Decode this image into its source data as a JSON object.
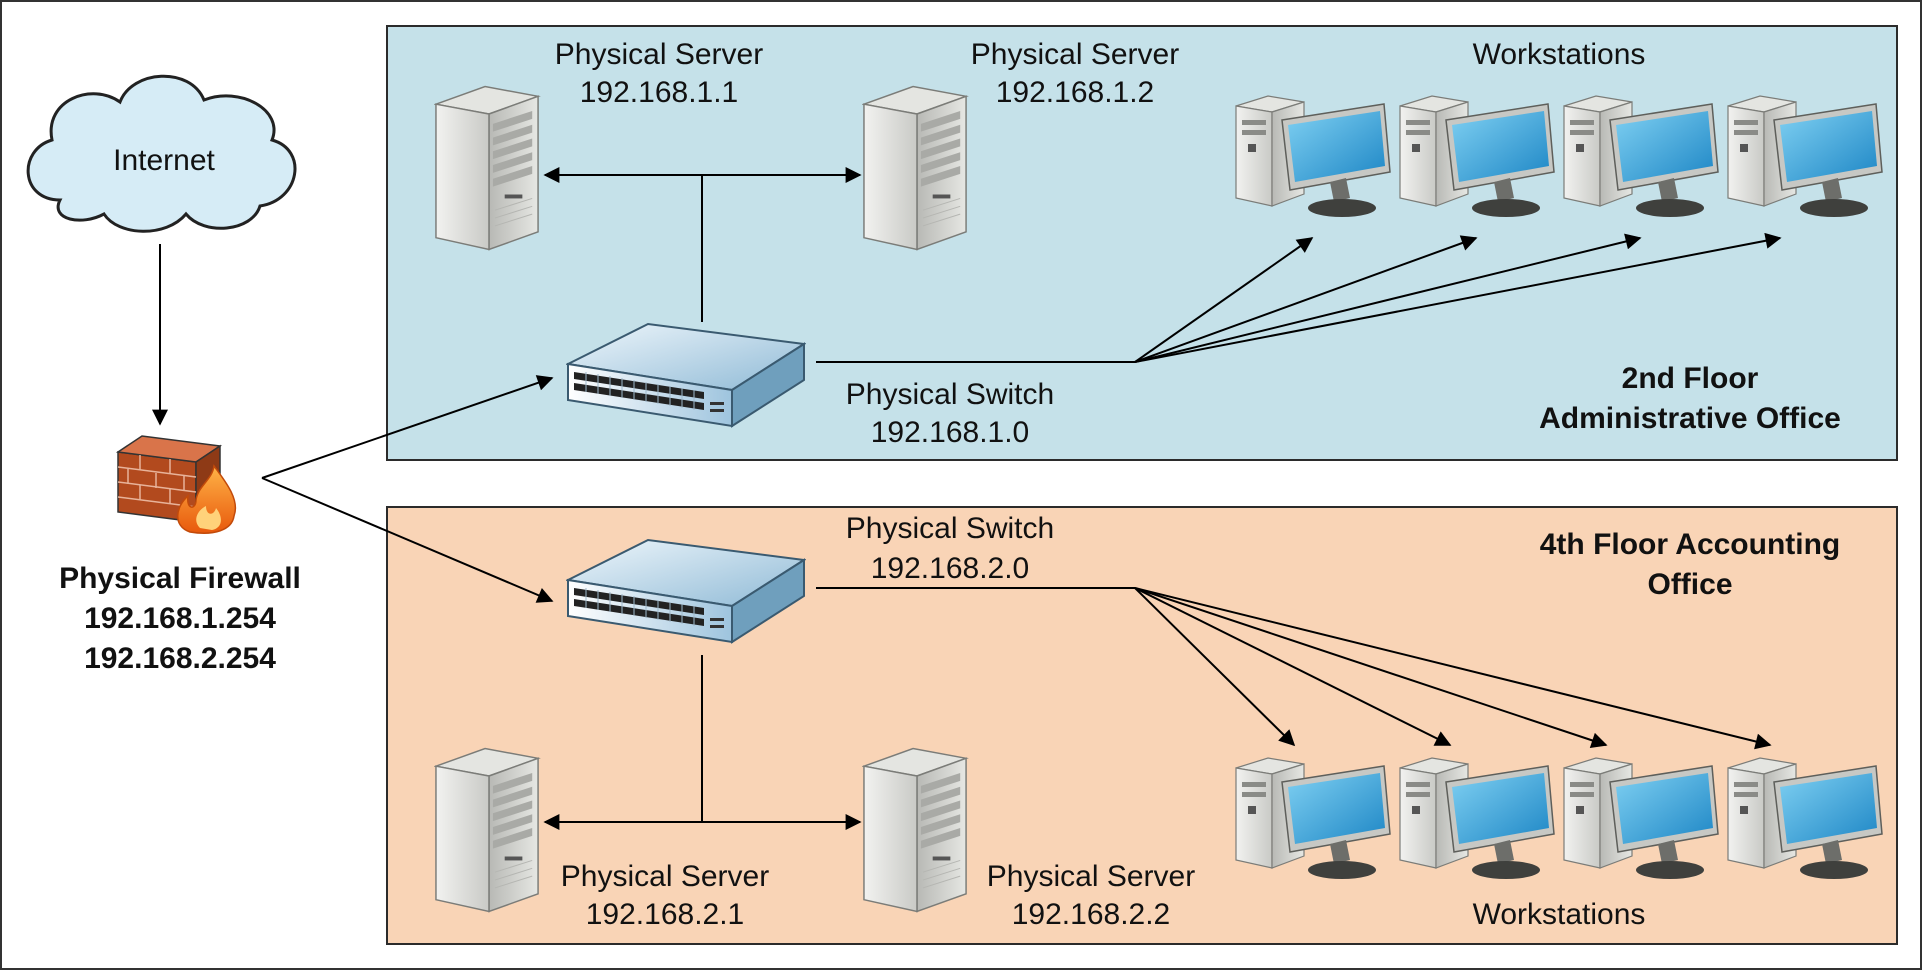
{
  "internet": {
    "label": "Internet"
  },
  "firewall": {
    "label": "Physical Firewall",
    "ips": [
      "192.168.1.254",
      "192.168.2.254"
    ]
  },
  "floor2": {
    "zone_label": [
      "2nd Floor",
      "Administrative Office"
    ],
    "zone_color": "#c5e1e9",
    "server_1": {
      "label": "Physical Server",
      "ip": "192.168.1.1"
    },
    "server_2": {
      "label": "Physical Server",
      "ip": "192.168.1.2"
    },
    "switch": {
      "label": "Physical Switch",
      "ip": "192.168.1.0"
    },
    "workstations_label": "Workstations"
  },
  "floor4": {
    "zone_label": [
      "4th Floor Accounting",
      "Office"
    ],
    "zone_color": "#f9d4b6",
    "server_1": {
      "label": "Physical Server",
      "ip": "192.168.2.1"
    },
    "server_2": {
      "label": "Physical Server",
      "ip": "192.168.2.2"
    },
    "switch": {
      "label": "Physical Switch",
      "ip": "192.168.2.0"
    },
    "workstations_label": "Workstations"
  },
  "icons": [
    "cloud-icon",
    "firewall-icon",
    "server-icon",
    "switch-icon",
    "workstation-icon"
  ]
}
